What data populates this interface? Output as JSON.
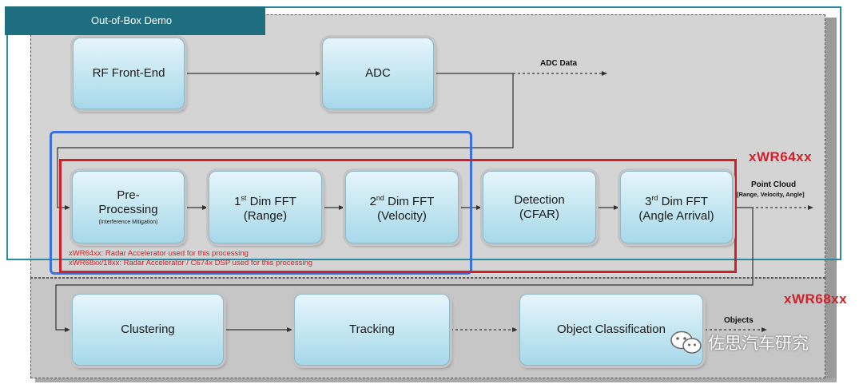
{
  "demo_tab": "Out-of-Box Demo",
  "top_row": {
    "rf": "RF Front-End",
    "adc": "ADC",
    "adc_data": "ADC Data"
  },
  "pipeline": {
    "pre": {
      "line1": "Pre-",
      "line2": "Processing",
      "sub": "(Interference Mitigation)"
    },
    "fft1": {
      "ord": "1",
      "sup": "st",
      "rest": " Dim FFT",
      "line2": "(Range)"
    },
    "fft2": {
      "ord": "2",
      "sup": "nd",
      "rest": " Dim FFT",
      "line2": "(Velocity)"
    },
    "det": {
      "line1": "Detection",
      "line2": "(CFAR)"
    },
    "fft3": {
      "ord": "3",
      "sup": "rd",
      "rest": " Dim FFT",
      "line2": "(Angle Arrival)"
    }
  },
  "point_cloud": {
    "title": "Point Cloud",
    "sub": "[Range, Velocity, Angle]"
  },
  "notes": {
    "n1": "xWR64xx: Radar Accelerator used for this processing",
    "n2": "xWR68xx/18xx: Radar Accelerator / C674x DSP used for this processing"
  },
  "bottom_row": {
    "clustering": "Clustering",
    "tracking": "Tracking",
    "classification": "Object Classification",
    "objects": "Objects"
  },
  "chip_labels": {
    "x64": "xWR64xx",
    "x68": "xWR68xx"
  },
  "watermark": "佐思汽车研究",
  "colors": {
    "teal": "#1e6e80",
    "blue": "#3a6fe0",
    "red": "#d0202a",
    "node": "#bfe4f0"
  },
  "icons": {
    "wechat": "wechat-logo-icon"
  }
}
